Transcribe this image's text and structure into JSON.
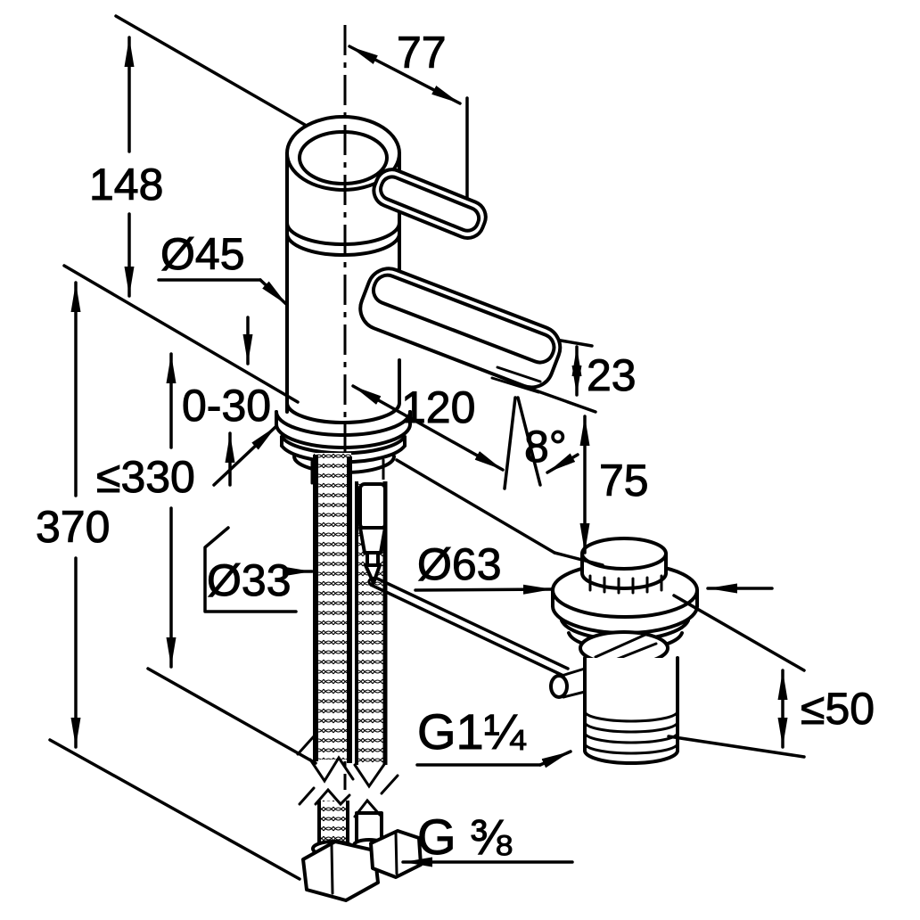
{
  "page": {
    "background": "#ffffff",
    "ink": "#000000"
  },
  "figure": {
    "kind": "technical dimension drawing",
    "subject": "single-lever basin mixer tap with pop-up waste set",
    "dims": {
      "handle_offset": "77",
      "height_top": "148",
      "body_dia": "Ø45",
      "deck_range": "0-30",
      "hose_len": "≤330",
      "total_len": "370",
      "hole_dia": "Ø33",
      "spout_reach": "120",
      "spout_tip": "23",
      "spout_angle": "8°",
      "outlet_height": "75",
      "waste_dia": "Ø63",
      "waste_deck": "≤50",
      "waste_thread": "G1¼",
      "supply_thread": "G ⅜"
    }
  }
}
